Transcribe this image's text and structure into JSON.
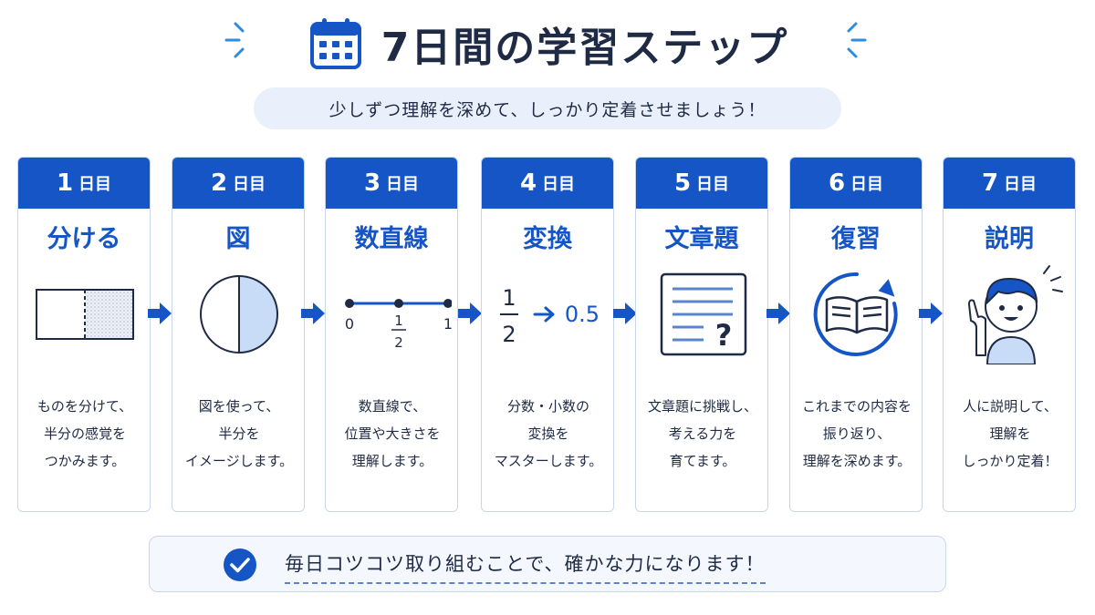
{
  "header": {
    "title": "7日間の学習ステップ",
    "subtitle": "少しずつ理解を深めて、しっかり定着させましょう！",
    "icon": "calendar-icon"
  },
  "colors": {
    "accent": "#1555c6",
    "light_fill": "#e9f0fb",
    "text": "#1f2a44",
    "border": "#c9d6ea"
  },
  "days": [
    {
      "num": "1",
      "unit": "日目",
      "title": "分ける",
      "illustration": "divided-rectangle-icon",
      "desc": [
        "ものを分けて、",
        "半分の感覚を",
        "つかみます。"
      ]
    },
    {
      "num": "2",
      "unit": "日目",
      "title": "図",
      "illustration": "half-circle-icon",
      "desc": [
        "図を使って、",
        "半分を",
        "イメージします。"
      ]
    },
    {
      "num": "3",
      "unit": "日目",
      "title": "数直線",
      "illustration": "number-line-icon",
      "desc": [
        "数直線で、",
        "位置や大きさを",
        "理解します。"
      ],
      "number_line": {
        "left": "0",
        "mid_num": "1",
        "mid_den": "2",
        "right": "1"
      }
    },
    {
      "num": "4",
      "unit": "日目",
      "title": "変換",
      "illustration": "conversion-icon",
      "desc": [
        "分数・小数の",
        "変換を",
        "マスターします。"
      ],
      "conversion": {
        "numerator": "1",
        "denominator": "2",
        "result": "0.5"
      }
    },
    {
      "num": "5",
      "unit": "日目",
      "title": "文章題",
      "illustration": "word-problem-icon",
      "desc": [
        "文章題に挑戦し、",
        "考える力を",
        "育てます。"
      ],
      "mark": "?"
    },
    {
      "num": "6",
      "unit": "日目",
      "title": "復習",
      "illustration": "review-book-icon",
      "desc": [
        "これまでの内容を",
        "振り返り、",
        "理解を深めます。"
      ]
    },
    {
      "num": "7",
      "unit": "日目",
      "title": "説明",
      "illustration": "explaining-child-icon",
      "desc": [
        "人に説明して、",
        "理解を",
        "しっかり定着！"
      ]
    }
  ],
  "footer": {
    "text": "毎日コツコツ取り組むことで、確かな力になります！",
    "icon": "checkmark-icon"
  }
}
